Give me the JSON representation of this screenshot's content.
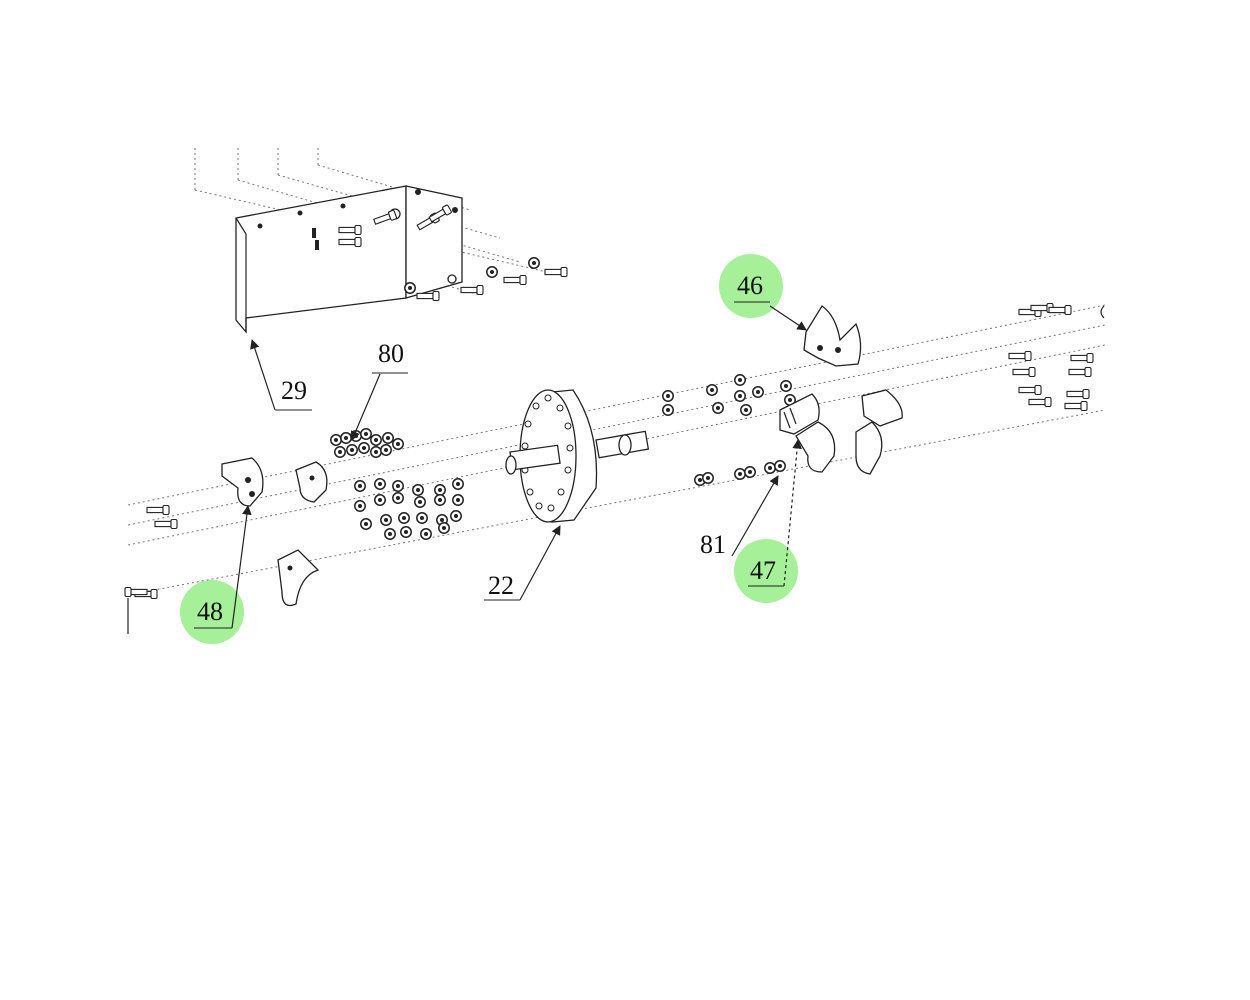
{
  "highlight_color": "#a6f09a",
  "callouts": [
    {
      "id": "c46",
      "text": "46",
      "highlighted": true
    },
    {
      "id": "c47",
      "text": "47",
      "highlighted": true
    },
    {
      "id": "c48",
      "text": "48",
      "highlighted": true
    },
    {
      "id": "c80",
      "text": "80",
      "highlighted": false
    },
    {
      "id": "c81",
      "text": "81",
      "highlighted": false
    },
    {
      "id": "c29",
      "text": "29",
      "highlighted": false
    },
    {
      "id": "c22",
      "text": "22",
      "highlighted": false
    }
  ]
}
